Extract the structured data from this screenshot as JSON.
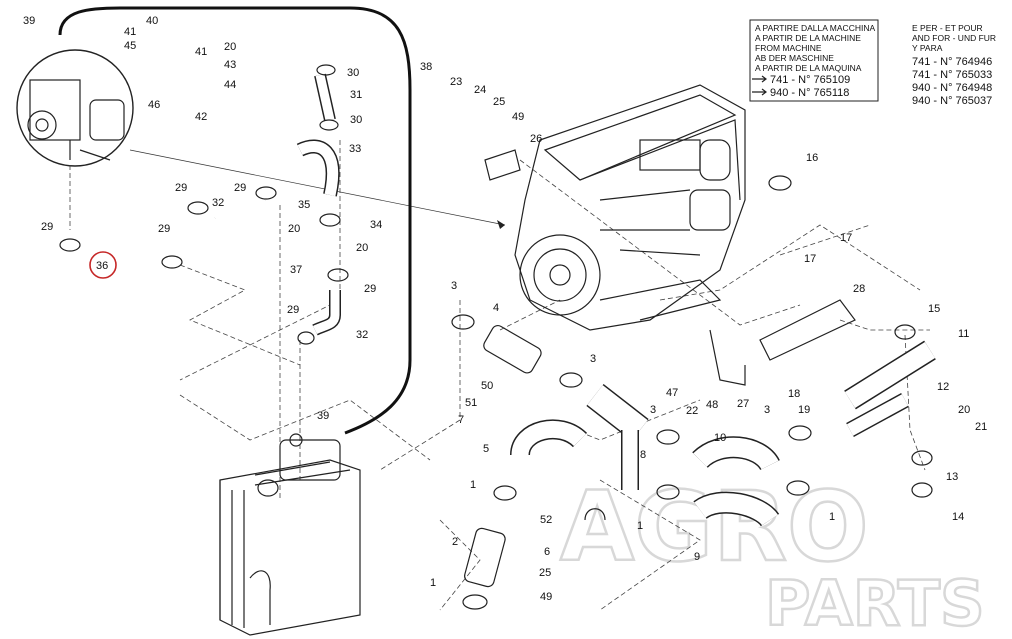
{
  "watermark": {
    "line1": "AGRO",
    "line2": "PARTS"
  },
  "info_box": {
    "lines": [
      "A PARTIRE DALLA MACCHINA",
      "A PARTIR DE LA MACHINE",
      "FROM MACHINE",
      "AB DER MASCHINE",
      "A PARTIR DE LA MAQUINA"
    ],
    "rows": [
      {
        "model": "741 - N° 765109"
      },
      {
        "model": "940 - N° 765118"
      }
    ]
  },
  "info_right": {
    "lines": [
      "E PER - ET POUR",
      "AND FOR - UND FUR",
      "Y PARA"
    ],
    "models": [
      "741 - N° 764946",
      "741 - N° 765033",
      "940 - N° 764948",
      "940 - N° 765037"
    ]
  },
  "highlight_label": "36",
  "callouts": [
    {
      "id": "c39a",
      "text": "39"
    },
    {
      "id": "c41a",
      "text": "41"
    },
    {
      "id": "c40",
      "text": "40"
    },
    {
      "id": "c45",
      "text": "45"
    },
    {
      "id": "c41b",
      "text": "41"
    },
    {
      "id": "c20a",
      "text": "20"
    },
    {
      "id": "c43",
      "text": "43"
    },
    {
      "id": "c44",
      "text": "44"
    },
    {
      "id": "c42",
      "text": "42"
    },
    {
      "id": "c46",
      "text": "46"
    },
    {
      "id": "c30a",
      "text": "30"
    },
    {
      "id": "c31",
      "text": "31"
    },
    {
      "id": "c30b",
      "text": "30"
    },
    {
      "id": "c33",
      "text": "33"
    },
    {
      "id": "c38",
      "text": "38"
    },
    {
      "id": "c29a",
      "text": "29"
    },
    {
      "id": "c29b",
      "text": "29"
    },
    {
      "id": "c32a",
      "text": "32"
    },
    {
      "id": "c29c",
      "text": "29"
    },
    {
      "id": "c29d",
      "text": "29"
    },
    {
      "id": "c35",
      "text": "35"
    },
    {
      "id": "c34",
      "text": "34"
    },
    {
      "id": "c20b",
      "text": "20"
    },
    {
      "id": "c20c",
      "text": "20"
    },
    {
      "id": "c37",
      "text": "37"
    },
    {
      "id": "c29e",
      "text": "29"
    },
    {
      "id": "c29f",
      "text": "29"
    },
    {
      "id": "c32b",
      "text": "32"
    },
    {
      "id": "c39b",
      "text": "39"
    },
    {
      "id": "c23",
      "text": "23"
    },
    {
      "id": "c24",
      "text": "24"
    },
    {
      "id": "c25a",
      "text": "25"
    },
    {
      "id": "c49a",
      "text": "49"
    },
    {
      "id": "c26",
      "text": "26"
    },
    {
      "id": "c16",
      "text": "16"
    },
    {
      "id": "c17a",
      "text": "17"
    },
    {
      "id": "c17b",
      "text": "17"
    },
    {
      "id": "c28",
      "text": "28"
    },
    {
      "id": "c15",
      "text": "15"
    },
    {
      "id": "c11",
      "text": "11"
    },
    {
      "id": "c3a",
      "text": "3"
    },
    {
      "id": "c4",
      "text": "4"
    },
    {
      "id": "c3b",
      "text": "3"
    },
    {
      "id": "c50",
      "text": "50"
    },
    {
      "id": "c51",
      "text": "51"
    },
    {
      "id": "c7",
      "text": "7"
    },
    {
      "id": "c47",
      "text": "47"
    },
    {
      "id": "c22",
      "text": "22"
    },
    {
      "id": "c48",
      "text": "48"
    },
    {
      "id": "c27",
      "text": "27"
    },
    {
      "id": "c18",
      "text": "18"
    },
    {
      "id": "c19",
      "text": "19"
    },
    {
      "id": "c12",
      "text": "12"
    },
    {
      "id": "c20d",
      "text": "20"
    },
    {
      "id": "c21",
      "text": "21"
    },
    {
      "id": "c5",
      "text": "5"
    },
    {
      "id": "c8",
      "text": "8"
    },
    {
      "id": "c3c",
      "text": "3"
    },
    {
      "id": "c10",
      "text": "10"
    },
    {
      "id": "c3d",
      "text": "3"
    },
    {
      "id": "c13",
      "text": "13"
    },
    {
      "id": "c14",
      "text": "14"
    },
    {
      "id": "c1a",
      "text": "1"
    },
    {
      "id": "c1b",
      "text": "1"
    },
    {
      "id": "c1c",
      "text": "1"
    },
    {
      "id": "c52",
      "text": "52"
    },
    {
      "id": "c2",
      "text": "2"
    },
    {
      "id": "c6",
      "text": "6"
    },
    {
      "id": "c25b",
      "text": "25"
    },
    {
      "id": "c49b",
      "text": "49"
    },
    {
      "id": "c9",
      "text": "9"
    },
    {
      "id": "c1d",
      "text": "1"
    },
    {
      "id": "c29g",
      "text": "29"
    }
  ]
}
